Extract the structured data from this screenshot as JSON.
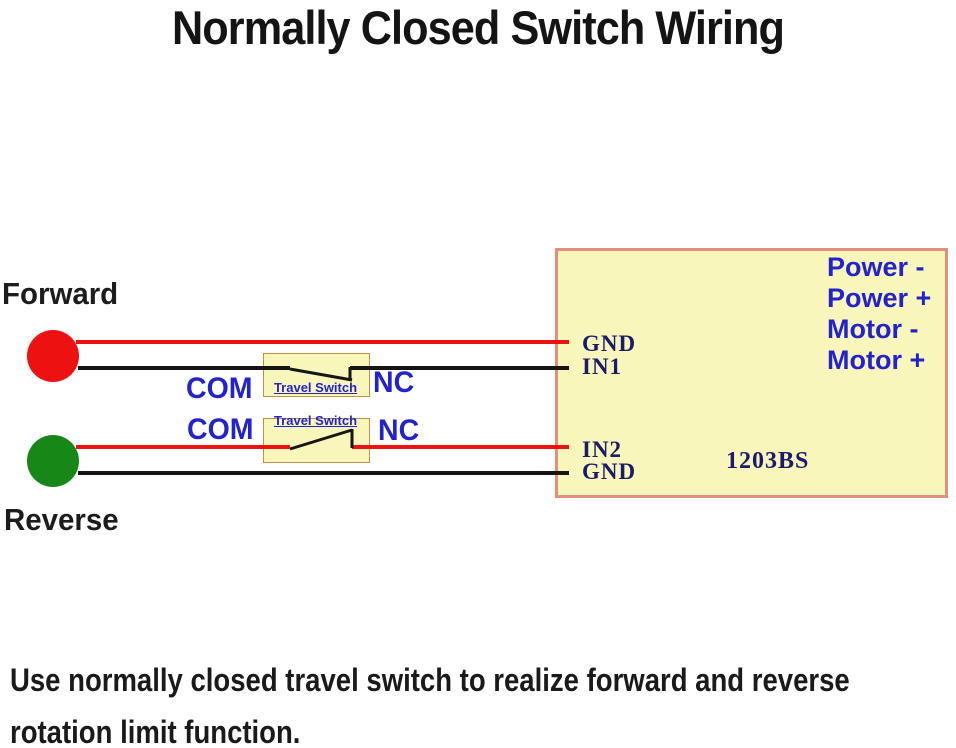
{
  "title": "Normally Closed Switch Wiring",
  "inputs": {
    "forward_label": "Forward",
    "reverse_label": "Reverse"
  },
  "switches": [
    {
      "com": "COM",
      "name": "Travel Switch",
      "nc": "NC"
    },
    {
      "com": "COM",
      "name": "Travel Switch",
      "nc": "NC"
    }
  ],
  "controller": {
    "model": "1203BS",
    "pins": [
      "GND",
      "IN1",
      "IN2",
      "GND"
    ],
    "terminals": [
      "Power -",
      "Power +",
      "Motor -",
      "Motor +"
    ]
  },
  "caption": {
    "line1": "Use normally closed travel switch to realize forward and reverse",
    "line2": "rotation limit function."
  },
  "colors": {
    "wire_red": "#ee1111",
    "wire_black": "#141414",
    "forward_dot": "#ee1111",
    "reverse_dot": "#178717",
    "board_fill": "#f9f6bc",
    "board_border": "#e2907c",
    "switch_box_border": "#c09048",
    "label_blue": "#2323cc",
    "pin_navy": "#1b1b6b"
  }
}
